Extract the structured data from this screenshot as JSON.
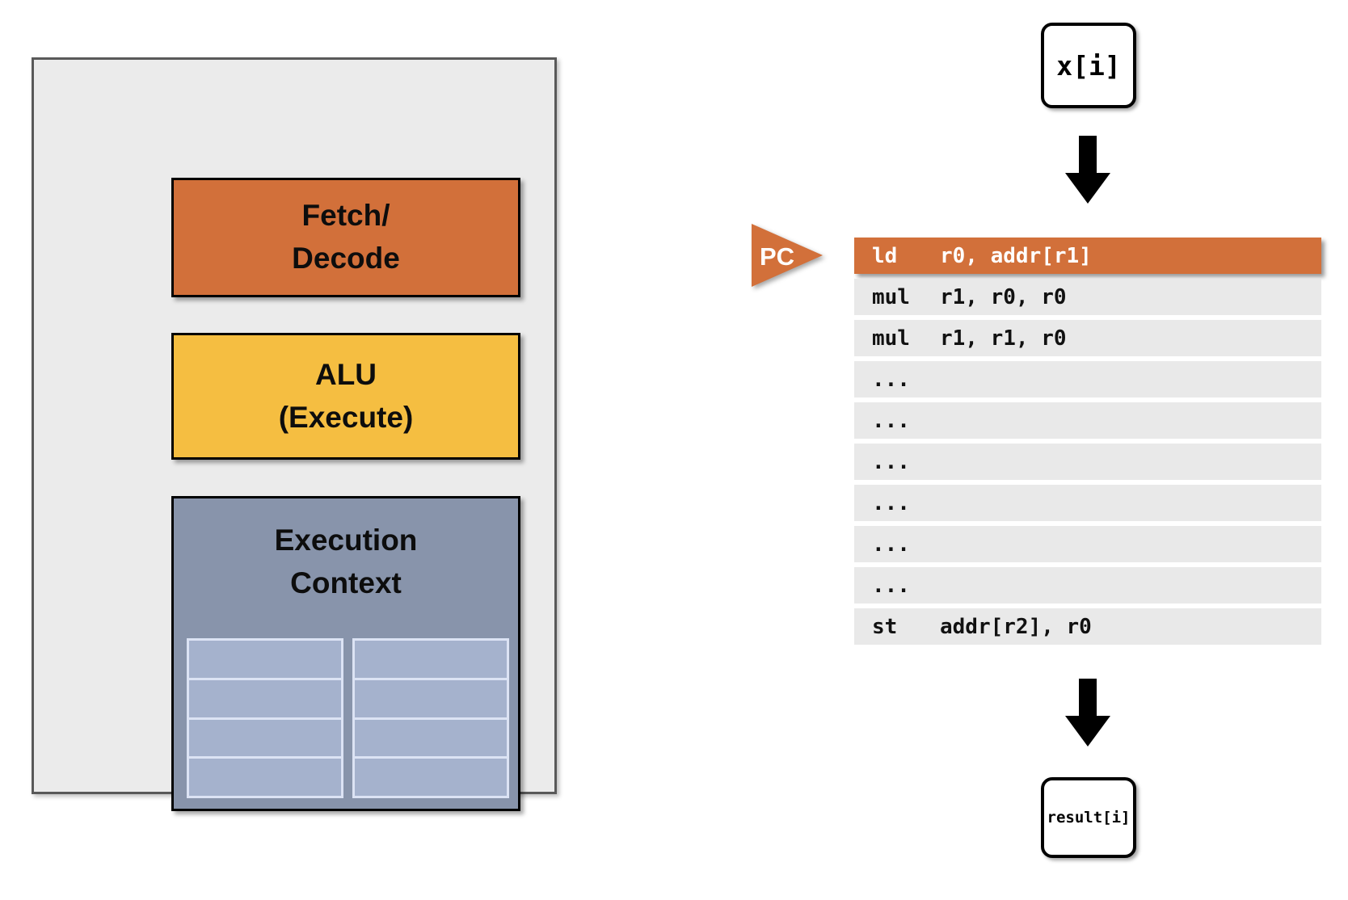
{
  "processor": {
    "fetch_decode": {
      "line1": "Fetch/",
      "line2": "Decode"
    },
    "alu": {
      "line1": "ALU",
      "line2": "(Execute)"
    },
    "execution_context": {
      "line1": "Execution",
      "line2": "Context"
    },
    "register_grids": 2,
    "register_rows_per_grid": 4
  },
  "program": {
    "pc_label": "PC",
    "input_label": "x[i]",
    "output_label": "result[i]",
    "instructions": [
      {
        "op": "ld",
        "args": "r0, addr[r1]",
        "current": true
      },
      {
        "op": "mul",
        "args": "r1, r0, r0",
        "current": false
      },
      {
        "op": "mul",
        "args": "r1, r1, r0",
        "current": false
      },
      {
        "op": "...",
        "args": "",
        "current": false
      },
      {
        "op": "...",
        "args": "",
        "current": false
      },
      {
        "op": "...",
        "args": "",
        "current": false
      },
      {
        "op": "...",
        "args": "",
        "current": false
      },
      {
        "op": "...",
        "args": "",
        "current": false
      },
      {
        "op": "...",
        "args": "",
        "current": false
      },
      {
        "op": "st",
        "args": "addr[r2], r0",
        "current": false
      }
    ]
  },
  "colors": {
    "orange": "#D2703A",
    "yellow": "#F5BE41",
    "slate": "#8894AB",
    "register_fill": "#A5B2CD",
    "register_border": "#DCE3F4",
    "panel_fill": "#EBEBEB",
    "panel_border": "#595959",
    "row_gray": "#E9E9E9"
  }
}
